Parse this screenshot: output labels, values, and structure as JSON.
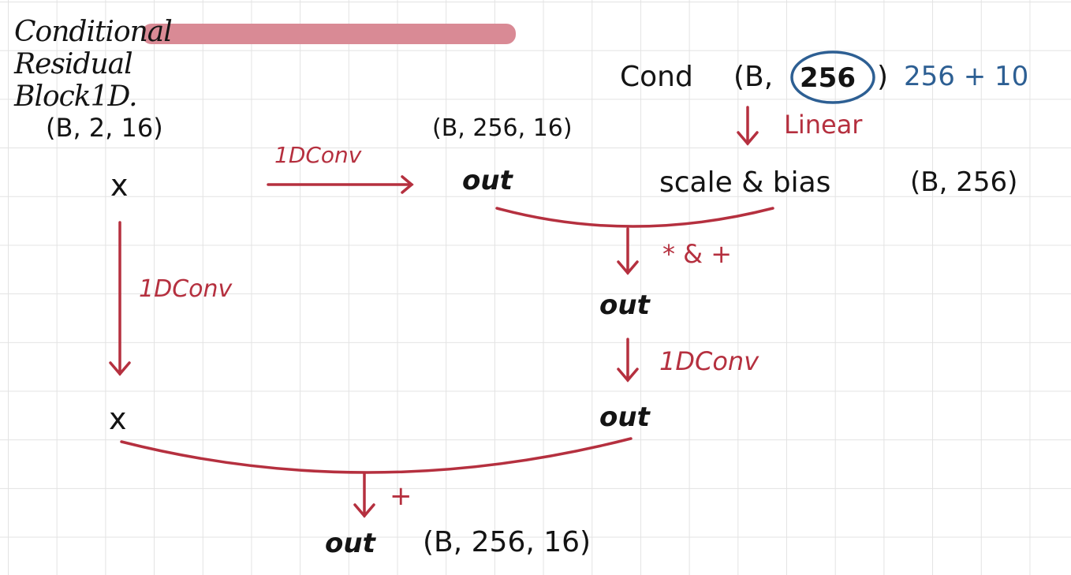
{
  "title": "Conditional Residual Block1D.",
  "x_input": {
    "shape": "(B, 2, 16)",
    "label": "x"
  },
  "x_skip": {
    "label": "x"
  },
  "conv_main": {
    "label": "1DConv"
  },
  "conv_skip": {
    "label": "1DConv"
  },
  "out_first": {
    "shape": "(B, 256, 16)",
    "label": "out"
  },
  "cond": {
    "label": "Cond",
    "shape_prefix": "(B,",
    "shape_circled": "256",
    "shape_suffix": ")",
    "note": "256 + 10"
  },
  "linear": {
    "label": "Linear"
  },
  "scale_bias": {
    "label": "scale & bias",
    "shape": "(B, 256)"
  },
  "modulate": {
    "label": "* & +"
  },
  "out_mod": {
    "label": "out"
  },
  "conv_second": {
    "label": "1DConv"
  },
  "out_conv": {
    "label": "out"
  },
  "residual_add": {
    "label": "+"
  },
  "output": {
    "label": "out",
    "shape": "(B, 256, 16)"
  },
  "colors": {
    "ink": "#141414",
    "red": "#b5303f",
    "blue": "#2d5f93",
    "highlight": "#d98a95",
    "grid": "#e3e3e3"
  }
}
